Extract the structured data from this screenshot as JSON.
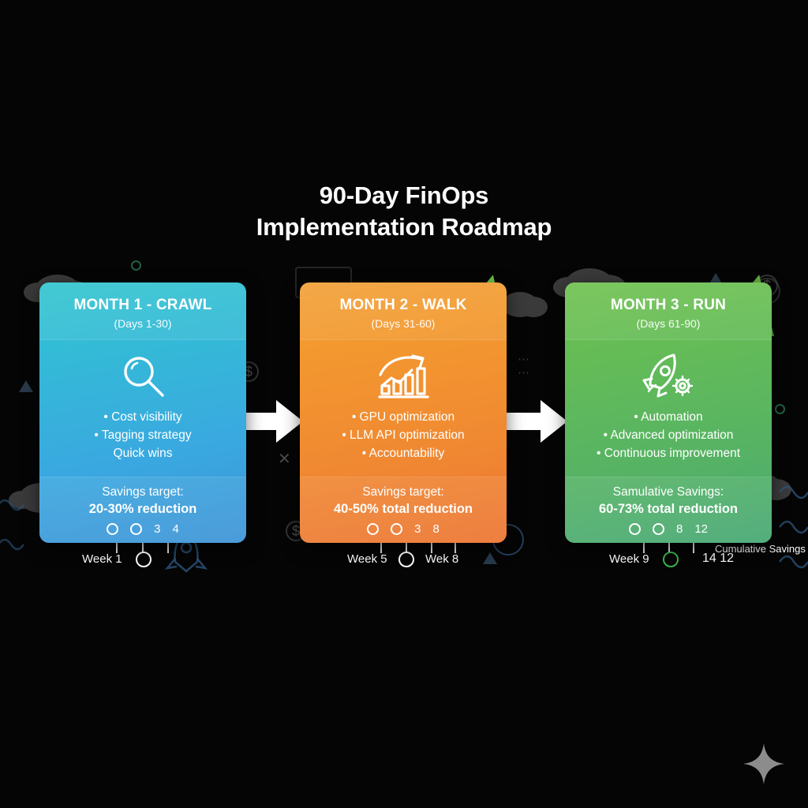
{
  "title": {
    "line1": "90-Day FinOps",
    "line2": "Implementation Roadmap"
  },
  "colors": {
    "background": "#000000",
    "card_1_start": "#35c6ce",
    "card_1_end": "#3c93d6",
    "card_2_start": "#f3a23a",
    "card_2_end": "#ec7430",
    "card_3_start": "#72c352",
    "card_3_end": "#45a873",
    "growth_curve": "#6cc24a",
    "flow_arrow": "#ffffff",
    "text": "#ffffff",
    "cloud_decoration": "#3a3a3a",
    "sparkle": "#8c8c8c"
  },
  "cards": [
    {
      "title": "MONTH 1 - CRAWL",
      "subtitle": "(Days 1-30)",
      "icon": "magnifying-glass-icon",
      "bullets": [
        "• Cost visibility",
        "• Tagging strategy",
        "Quick wins"
      ],
      "footer_label": "Savings target:",
      "footer_value": "20-30% reduction",
      "markers": [
        "○",
        "○",
        "3",
        "4"
      ]
    },
    {
      "title": "MONTH 2 - WALK",
      "subtitle": "(Days 31-60)",
      "icon": "bar-chart-growth-icon",
      "bullets": [
        "• GPU optimization",
        "• LLM API optimization",
        "• Accountability"
      ],
      "footer_label": "Savings target:",
      "footer_value": "40-50% total reduction",
      "markers": [
        "○",
        "○",
        "3",
        "8"
      ]
    },
    {
      "title": "MONTH 3 - RUN",
      "subtitle": "(Days 61-90)",
      "icon": "rocket-gear-icon",
      "bullets": [
        "• Automation",
        "• Advanced optimization",
        "• Continuous improvement"
      ],
      "footer_label": "Samulative Savings:",
      "footer_value": "60-73% total reduction",
      "markers": [
        "○",
        "○",
        "8",
        "12"
      ]
    }
  ],
  "timeline": {
    "axis_1": {
      "week_label": "Week 1"
    },
    "axis_2": {
      "week_label": "Week 5",
      "end_label": "Wek 8"
    },
    "axis_3": {
      "week_label": "Week 9",
      "end_label": "14 12"
    },
    "legend_label": "Cumulative Savings"
  },
  "chart_data": {
    "type": "line",
    "title": "90-Day FinOps Implementation Roadmap",
    "xlabel": "Week",
    "ylabel": "Cumulative Savings",
    "categories": [
      "Week 1",
      "Week 5",
      "Week 9"
    ],
    "series": [
      {
        "name": "Cumulative Savings",
        "phases": [
          "MONTH 1 - CRAWL",
          "MONTH 2 - WALK",
          "MONTH 3 - RUN"
        ],
        "day_ranges": [
          "1-30",
          "31-60",
          "61-90"
        ],
        "savings_low_pct": [
          20,
          40,
          60
        ],
        "savings_high_pct": [
          30,
          50,
          73
        ]
      }
    ],
    "legend_position": "bottom-right",
    "grid": false
  }
}
